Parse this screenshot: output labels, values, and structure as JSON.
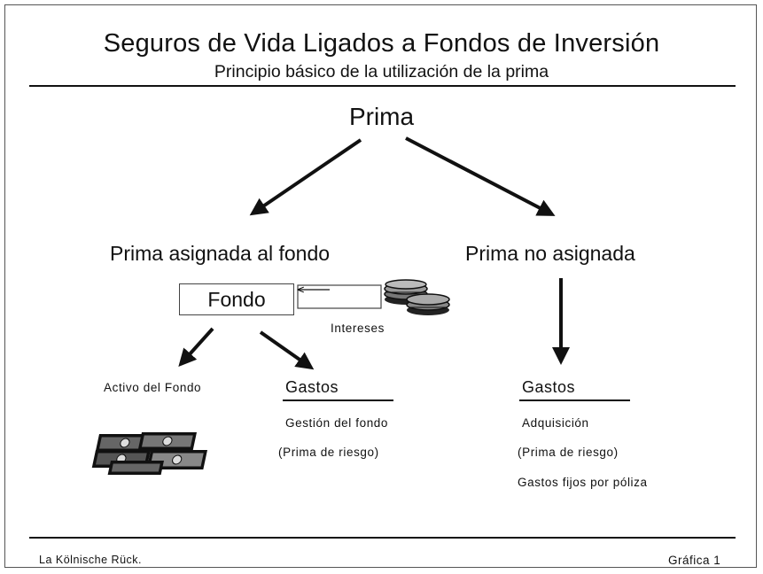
{
  "title": "Seguros de Vida Ligados a Fondos de Inversión",
  "subtitle": "Principio básico de la utilización de la prima",
  "root": "Prima",
  "left_branch": {
    "label": "Prima asignada al fondo",
    "fund_box": "Fondo",
    "interest_label": "Intereses",
    "assets_label": "Activo del Fondo",
    "expenses_title": "Gastos",
    "expenses_items": [
      "Gestión del fondo",
      "(Prima de riesgo)"
    ]
  },
  "right_branch": {
    "label": "Prima no asignada",
    "expenses_title": "Gastos",
    "expenses_items": [
      "Adquisición",
      "(Prima de riesgo)",
      "Gastos fijos por póliza"
    ]
  },
  "footer": {
    "left": "La Kölnische Rück.",
    "right": "Gráfica 1"
  },
  "icons": {
    "coins": "coins-stack-icon",
    "banknotes": "banknotes-bundle-icon"
  }
}
